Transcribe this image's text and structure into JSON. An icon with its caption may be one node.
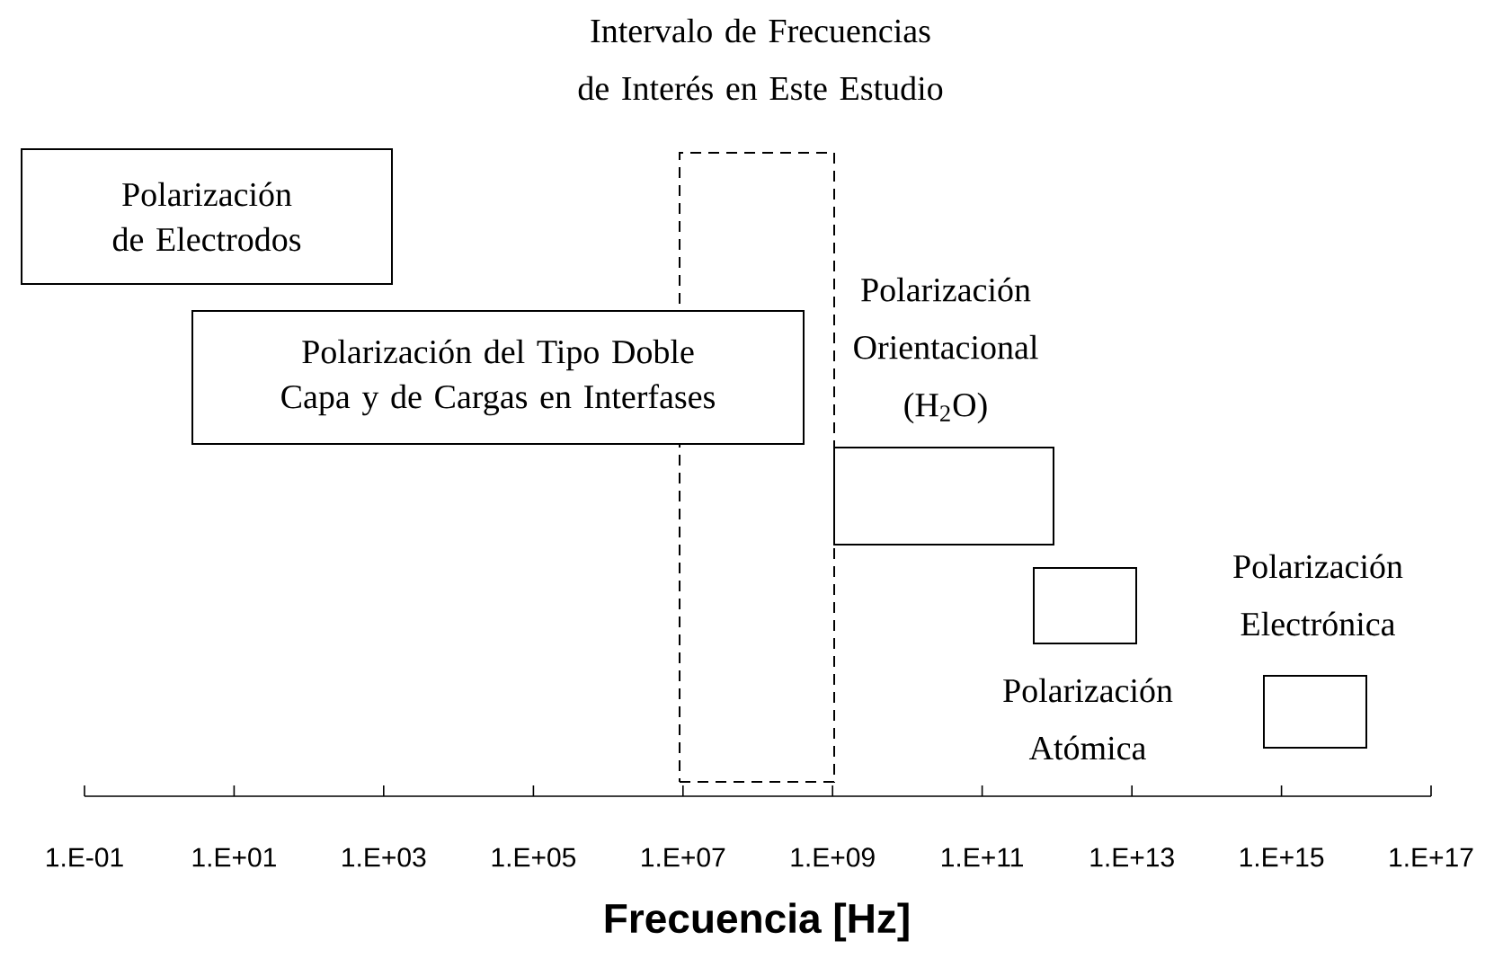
{
  "diagram": {
    "nodes": [
      {
        "text": [
          "Intervalo de Frecuencias de Interés en Este Estudio"
        ]
      },
      {
        "text": [
          "Polarización de Electrodos"
        ]
      },
      {
        "text": [
          "Polarización del Tipo Doble Capa y de Cargas en Interfases"
        ]
      },
      {
        "text": [
          "Polarización Orientacional (H$_{2}$O)"
        ]
      },
      {
        "text": [
          "Polarización Atómica"
        ]
      },
      {
        "text": [
          "Polarización Electrónica"
        ]
      }
    ],
    "edges": [],
    "labels": [
      "1.E-01",
      "1.E+01",
      "1.E+03",
      "1.E+05",
      "1.E+07",
      "1.E+09",
      "1.E+11",
      "1.E+13",
      "1.E+15",
      "1.E+17",
      "Frecuencia [Hz]"
    ]
  }
}
